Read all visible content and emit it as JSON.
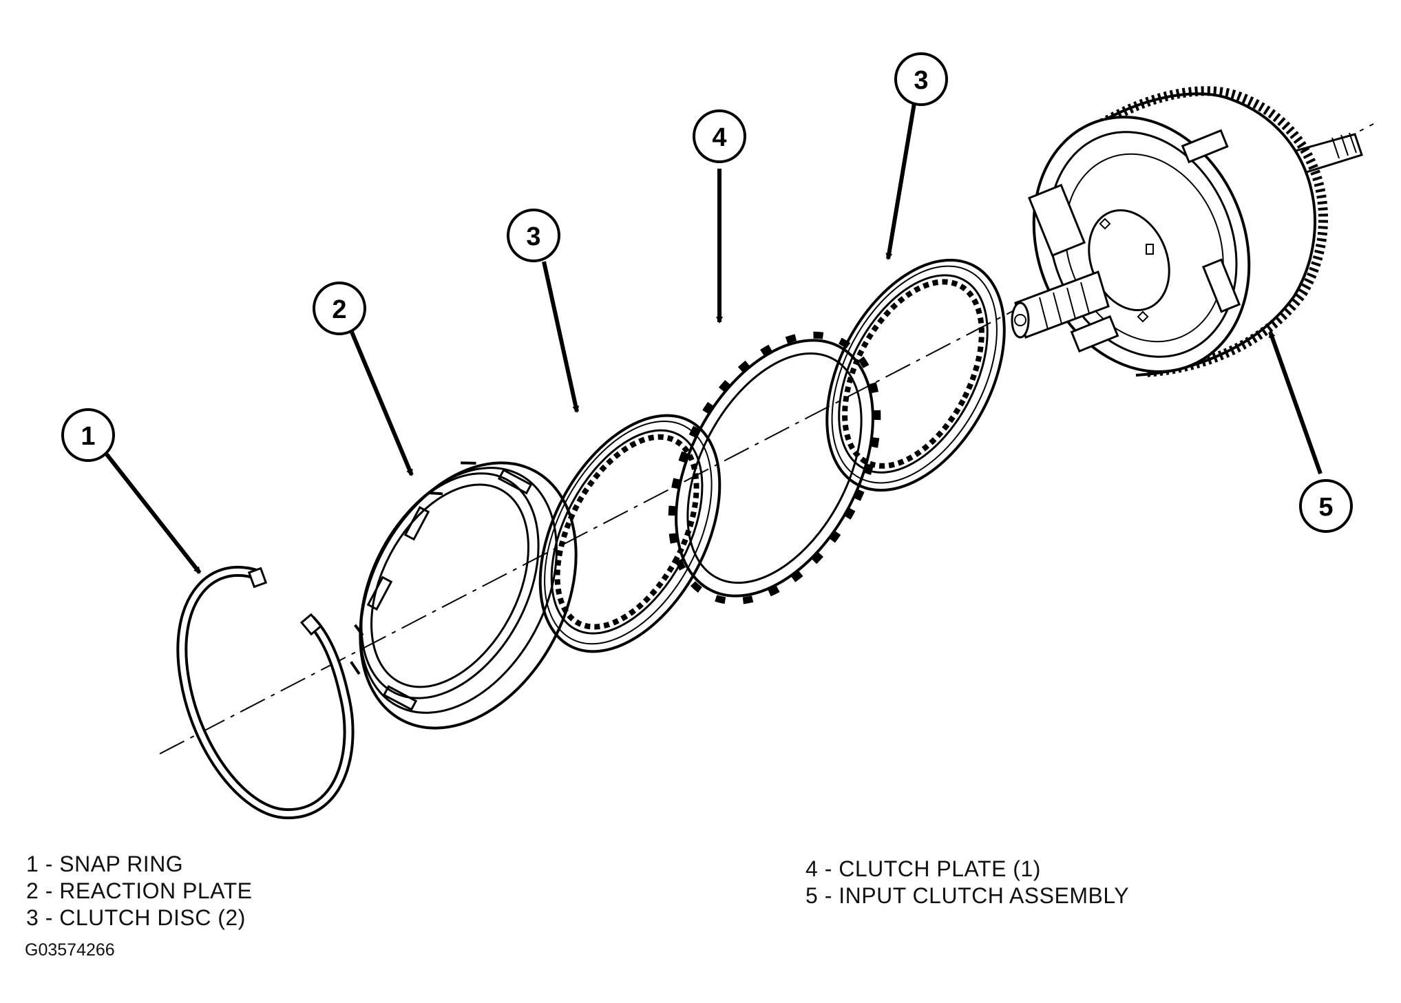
{
  "callouts": [
    {
      "part": "snap-ring",
      "number": "1"
    },
    {
      "part": "reaction-plate",
      "number": "2"
    },
    {
      "part": "clutch-disc-front",
      "number": "3"
    },
    {
      "part": "clutch-plate",
      "number": "4"
    },
    {
      "part": "clutch-disc-rear",
      "number": "3"
    },
    {
      "part": "input-clutch-assembly",
      "number": "5"
    }
  ],
  "legend": {
    "left": [
      "1 - SNAP RING",
      "2 - REACTION PLATE",
      "3 - CLUTCH DISC (2)"
    ],
    "right": [
      "4 - CLUTCH PLATE (1)",
      "5 - INPUT CLUTCH ASSEMBLY"
    ]
  },
  "figure_id": "G03574266"
}
